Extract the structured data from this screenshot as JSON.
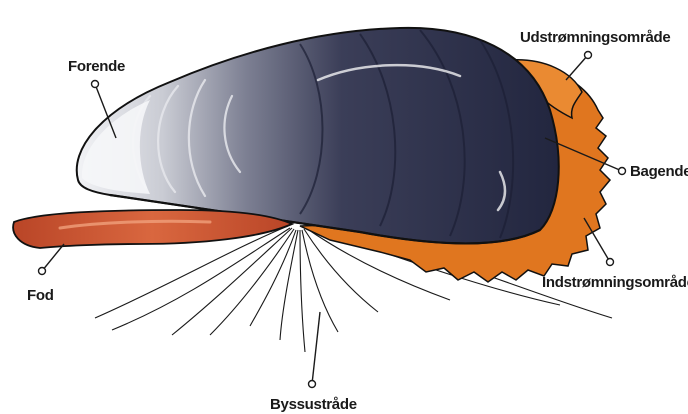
{
  "labels": {
    "forende": "Forende",
    "udstromningsomrade": "Udstrømningsområde",
    "bagende": "Bagende",
    "indstromningsomrade": "Indstrømningsområde",
    "fod": "Fod",
    "byssustrade": "Byssustråde"
  },
  "colors": {
    "shell_dark": "#262a45",
    "shell_mid": "#4d5066",
    "shell_light": "#e7e9ee",
    "mantle_orange": "#e0761f",
    "foot_red": "#c8532f",
    "outline": "#111111"
  }
}
